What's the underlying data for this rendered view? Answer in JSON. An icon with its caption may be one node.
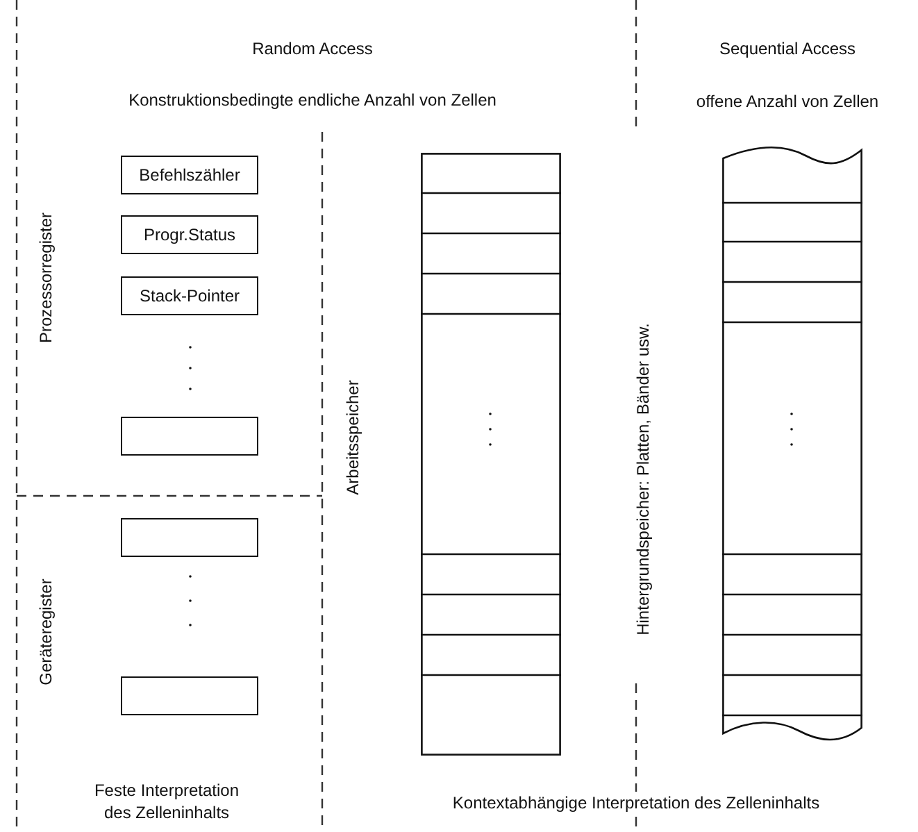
{
  "diagram": {
    "nodes": [
      {
        "text": [
          "Befehlszähler"
        ]
      },
      {
        "text": [
          "Progr.Status"
        ]
      },
      {
        "text": [
          "Stack-Pointer"
        ]
      },
      {
        "text": [],
        "shape": "box"
      },
      {
        "text": [],
        "shape": "box"
      },
      {
        "text": [],
        "shape": "box"
      },
      {
        "text": [],
        "shape": "bar"
      },
      {
        "text": [],
        "shape": "bar"
      }
    ],
    "edges": [],
    "labels": [
      "Random Access",
      "Sequential Access",
      "Konstruktionsbedingte endliche Anzahl von Zellen",
      "offene Anzahl von Zellen",
      "Prozessorregister",
      "Arbeitsspeicher",
      "Hintergrundspeicher: Platten, Bänder usw.",
      "Geräteregister",
      "Feste Interpretation des Zelleninhalts",
      "Kontextabhängige Interpretation des Zelleninhalts"
    ]
  }
}
